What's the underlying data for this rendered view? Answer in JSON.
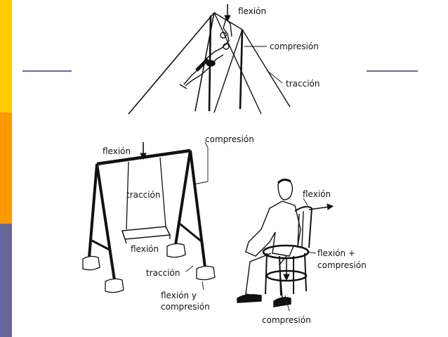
{
  "colors": {
    "yellow": "#FFCC00",
    "orange": "#FF9900",
    "purple": "#666699",
    "line": "#6a6a9a"
  },
  "labels": {
    "flexion_top": "flexión",
    "compresion_top": "compresión",
    "traccion_top": "tracción",
    "flexion_swing": "flexión",
    "compresion_swing": "compresión",
    "traccion_swing": "tracción",
    "flexion_seat": "flexión",
    "traccion_leg": "tracción",
    "flexion_y": "flexión y",
    "compresion_y": "compresión",
    "flexion_chair": "flexión",
    "flexion_plus": "flexión +",
    "compresion_chair": "compresión",
    "compresion_bottom": "compresión"
  }
}
